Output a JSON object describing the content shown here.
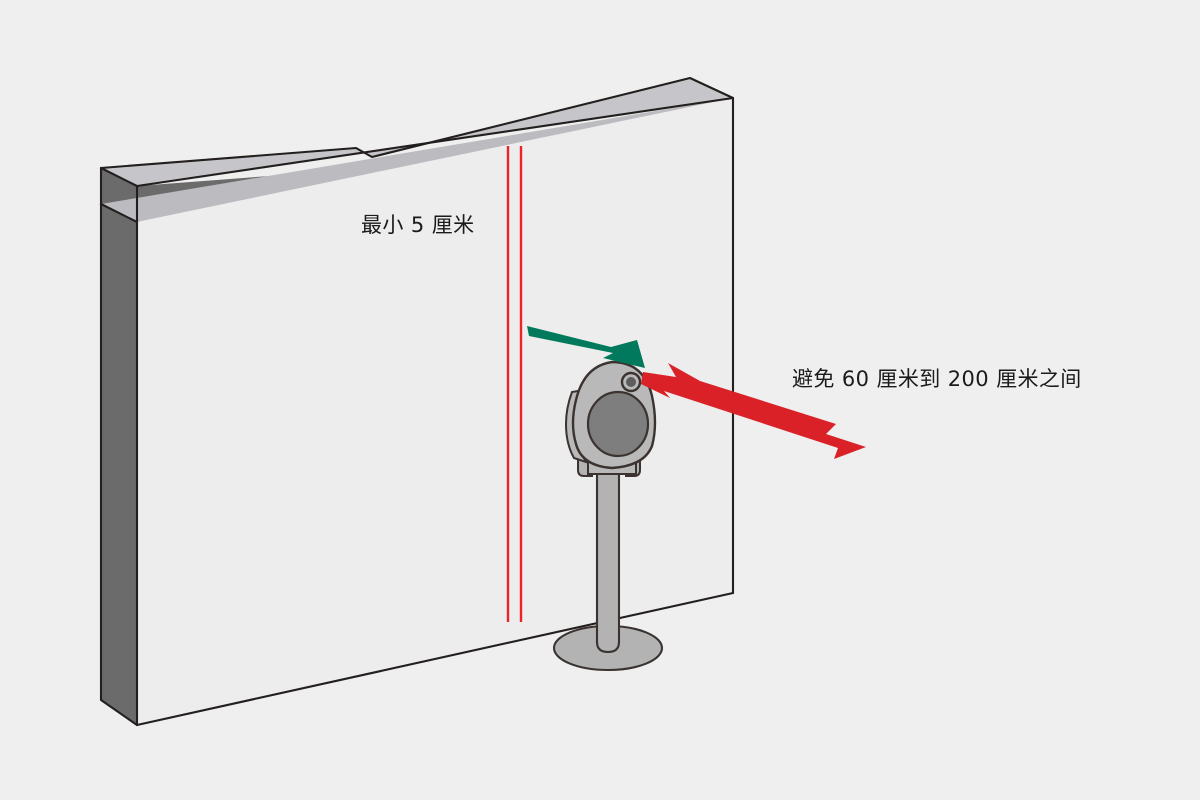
{
  "scene": {
    "title": "Camera installation clearance diagram",
    "background_color": "#efefef"
  },
  "labels": {
    "min_clearance": "最小 5 厘米",
    "avoid_range": "避免 60 厘米到 200 厘米之间"
  },
  "annotations": {
    "min_clearance_value": "5",
    "min_clearance_unit": "厘米",
    "avoid_min": "60",
    "avoid_max": "200",
    "avoid_unit": "厘米"
  },
  "colors": {
    "background": "#efefef",
    "wall_face": "#ededed",
    "wall_top": "#bcbcc0",
    "wall_side_dark": "#6b6b6b",
    "wall_top_light": "#c6c6ca",
    "outline": "#231f1e",
    "guide_line_red": "#ee2228",
    "arrow_green": "#00795c",
    "arrow_red": "#da2128",
    "device_body": "#b9b9b9",
    "device_speaker": "#7e7e7e",
    "stand_pole": "#b3b3b3",
    "stand_base": "#b3b3b3",
    "text": "#1b1b1b"
  },
  "elements": {
    "wall": "wall",
    "guide_lines": "clearance-guide-lines",
    "green_arrow": "allowed-direction-arrow",
    "red_arrow": "avoid-direction-arrow",
    "device": "camera-device",
    "stand": "floor-stand"
  }
}
